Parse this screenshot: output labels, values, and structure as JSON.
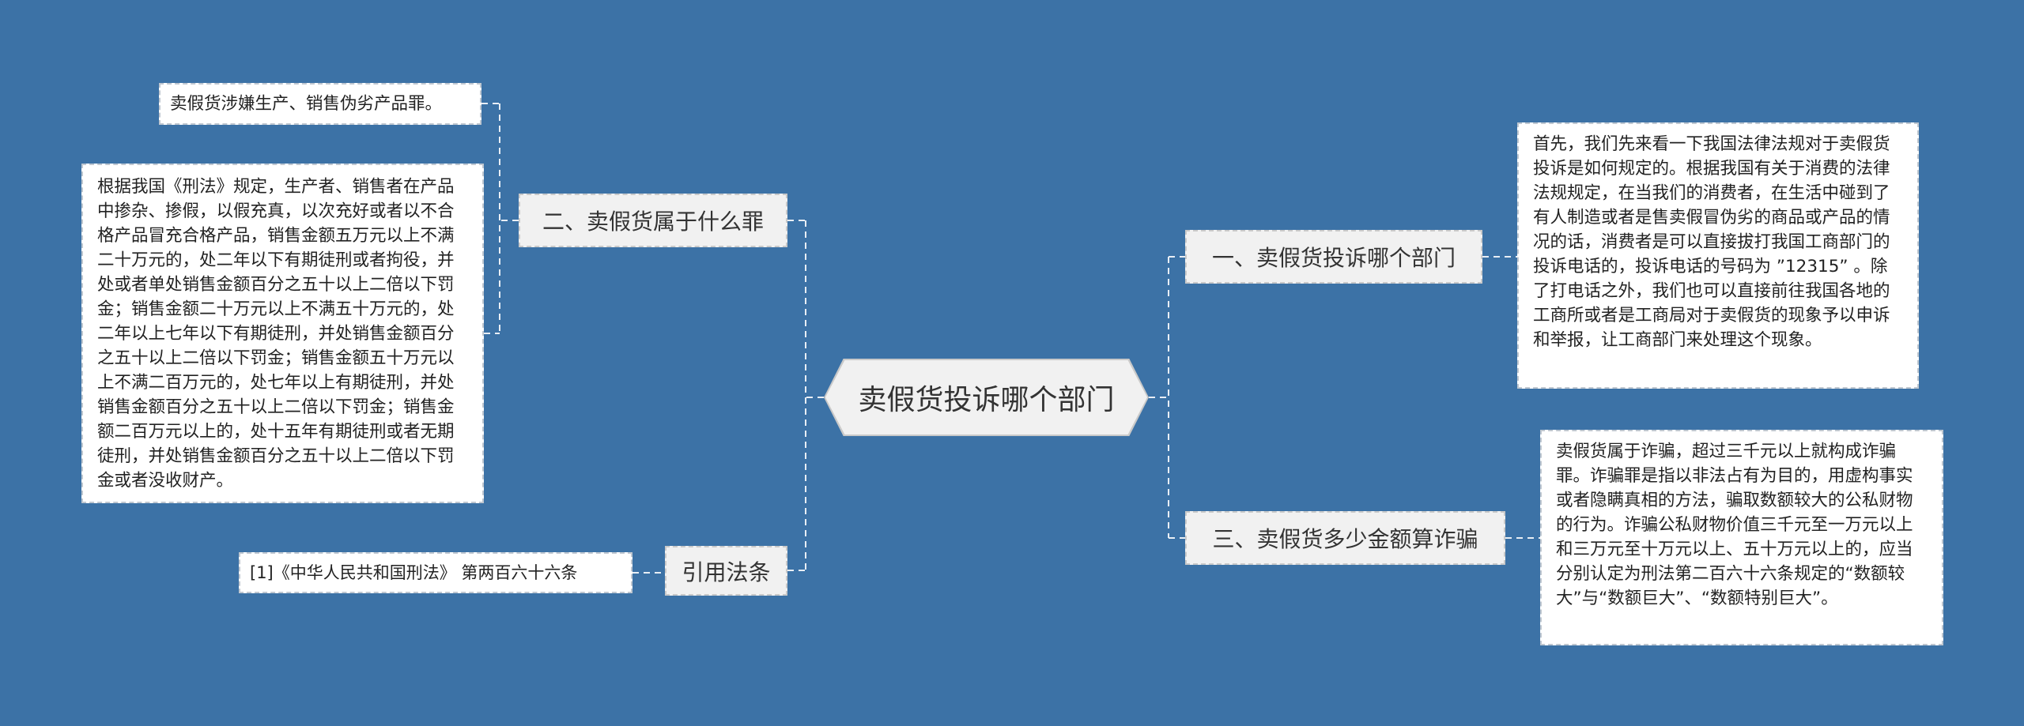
{
  "root": {
    "label": "卖假货投诉哪个部门"
  },
  "branches": [
    {
      "label": "二、卖假货属于什么罪",
      "details": [
        "卖假货涉嫌生产、销售伪劣产品罪。",
        "根据我国《刑法》规定，生产者、销售者在产品中掺杂、掺假，以假充真，以次充好或者以不合格产品冒充合格产品，销售金额五万元以上不满二十万元的，处二年以下有期徒刑或者拘役，并处或者单处销售金额百分之五十以上二倍以下罚金；销售金额二十万元以上不满五十万元的，处二年以上七年以下有期徒刑，并处销售金额百分之五十以上二倍以下罚金；销售金额五十万元以上不满二百万元的，处七年以上有期徒刑，并处销售金额百分之五十以上二倍以下罚金；销售金额二百万元以上的，处十五年有期徒刑或者无期徒刑，并处销售金额百分之五十以上二倍以下罚金或者没收财产。"
      ]
    },
    {
      "label": "引用法条",
      "details": [
        "[1]《中华人民共和国刑法》 第两百六十六条"
      ]
    },
    {
      "label": "一、卖假货投诉哪个部门",
      "details": [
        "首先，我们先来看一下我国法律法规对于卖假货投诉是如何规定的。根据我国有关于消费的法律法规规定，在当我们的消费者，在生活中碰到了有人制造或者是售卖假冒伪劣的商品或产品的情况的话，消费者是可以直接拔打我国工商部门的投诉电话的，投诉电话的号码为 ”12315”  。除了打电话之外，我们也可以直接前往我国各地的工商所或者是工商局对于卖假货的现象予以申诉和举报，让工商部门来处理这个现象。"
      ]
    },
    {
      "label": "三、卖假货多少金额算诈骗",
      "details": [
        "卖假货属于诈骗，超过三千元以上就构成诈骗罪。诈骗罪是指以非法占有为目的，用虚构事实或者隐瞒真相的方法，骗取数额较大的公私财物的行为。诈骗公私财物价值三千元至一万元以上和三万元至十万元以上、五十万元以上的，应当分别认定为刑法第二百六十六条规定的“数额较大”与“数额巨大”、“数额特别巨大”。"
      ]
    }
  ],
  "colors": {
    "background": "#3c72a6",
    "node": "#f1f1f1",
    "line": "#ffffff"
  }
}
